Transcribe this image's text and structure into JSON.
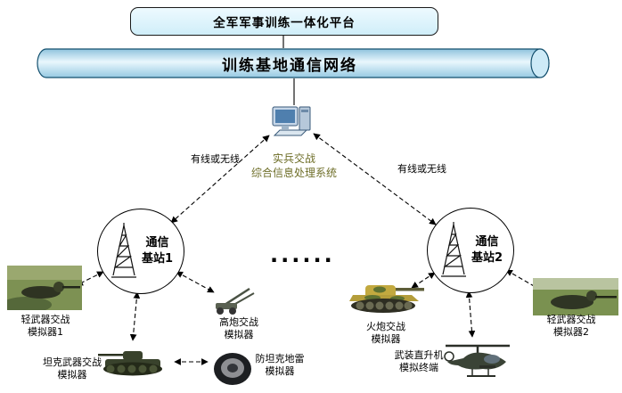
{
  "platform": {
    "title": "全军军事训练一体化平台"
  },
  "network": {
    "title": "训练基地通信网络"
  },
  "processor": {
    "line1": "实兵交战",
    "line2": "综合信息处理系统"
  },
  "links": {
    "left_label": "有线或无线",
    "right_label": "有线或无线"
  },
  "stations": {
    "station1": {
      "line1": "通信",
      "line2": "基站1"
    },
    "station2": {
      "line1": "通信",
      "line2": "基站2"
    }
  },
  "ellipsis": "......",
  "simulators": {
    "light1": {
      "line1": "轻武器交战",
      "line2": "模拟器1"
    },
    "tank": {
      "line1": "坦克武器交战",
      "line2": "模拟器"
    },
    "aa_gun": {
      "line1": "高炮交战",
      "line2": "模拟器"
    },
    "mine": {
      "line1": "防坦克地雷",
      "line2": "模拟器"
    },
    "artillery": {
      "line1": "火炮交战",
      "line2": "模拟器"
    },
    "helicopter": {
      "line1": "武装直升机",
      "line2": "模拟终端"
    },
    "light2": {
      "line1": "轻武器交战",
      "line2": "模拟器2"
    }
  },
  "icons": {
    "computer": "desktop-computer-icon",
    "tower": "lattice-antenna-tower-icon",
    "soldier1": "soldier-photo",
    "tank": "tank-photo",
    "aa_gun": "anti-aircraft-gun-photo",
    "mine": "anti-tank-mine-photo",
    "artillery": "camouflage-tank-photo",
    "helicopter": "attack-helicopter-photo",
    "soldier2": "soldier-photo"
  },
  "colors": {
    "platform_fill": "#d9f3fc",
    "cylinder_fill_light": "#e9f7fd",
    "cylinder_fill_dark": "#8fc3dd",
    "cylinder_stroke": "#14506e",
    "processor_text": "#6e6e28",
    "line": "#000000"
  }
}
